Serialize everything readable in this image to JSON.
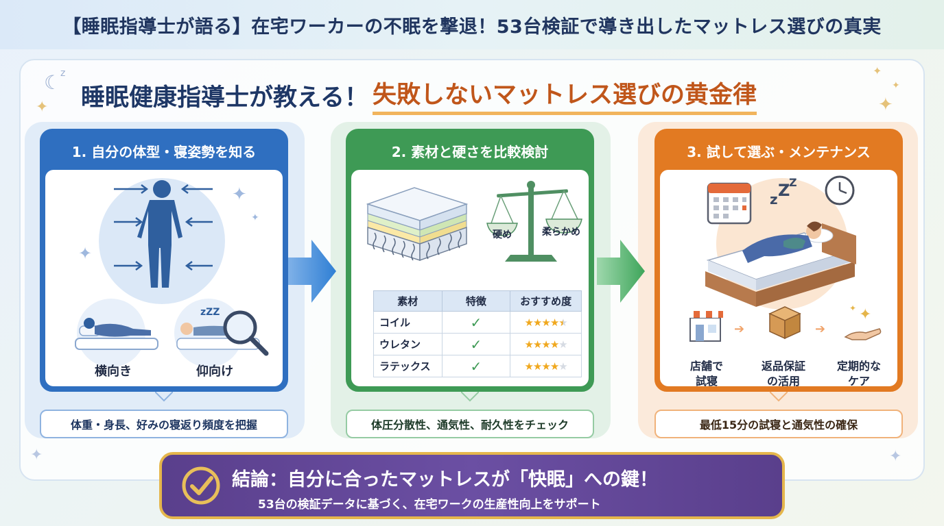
{
  "page_title": "【睡眠指導士が語る】在宅ワーカーの不眠を撃退！53台検証で導き出したマットレス選びの真実",
  "headline": {
    "part_a": "睡眠健康指導士が教える！",
    "part_b": "失敗しないマットレス選びの黄金律"
  },
  "colors": {
    "blue": "#2f6fc0",
    "green": "#3e9a55",
    "orange": "#e27a22",
    "accent_gold": "#e5b64c",
    "conclusion_purple": "#5a3f8c"
  },
  "steps": [
    {
      "title": "1. 自分の体型・寝姿勢を知る",
      "icons": [
        "body-silhouette-icon",
        "side-sleeper-icon",
        "back-sleeper-icon",
        "magnifier-icon"
      ],
      "labels": [
        "横向き",
        "仰向け"
      ],
      "summary": "体重・身長、好みの寝返り頻度を把握"
    },
    {
      "title": "2. 素材と硬さを比較検討",
      "icons": [
        "mattress-layers-icon",
        "balance-scale-icon"
      ],
      "scale_labels": [
        "硬め",
        "柔らかめ"
      ],
      "table": {
        "headers": [
          "素材",
          "特徴",
          "おすすめ度"
        ],
        "rows": [
          {
            "name": "コイル",
            "check": "✓",
            "rating": 4.5
          },
          {
            "name": "ウレタン",
            "check": "✓",
            "rating": 4
          },
          {
            "name": "ラテックス",
            "check": "✓",
            "rating": 4
          }
        ]
      },
      "summary": "体圧分散性、通気性、耐久性をチェック"
    },
    {
      "title": "3. 試して選ぶ・メンテナンス",
      "icons": [
        "calendar-icon",
        "clock-icon",
        "sleeping-person-bed-icon",
        "store-icon",
        "box-icon",
        "care-hand-icon"
      ],
      "steps": [
        "店舗で\n試寝",
        "返品保証\nの活用",
        "定期的な\nケア"
      ],
      "summary": "最低15分の試寝と通気性の確保"
    }
  ],
  "conclusion": {
    "main": "結論：自分に合ったマットレスが「快眠」への鍵！",
    "sub": "53台の検証データに基づく、在宅ワークの生産性向上をサポート"
  }
}
